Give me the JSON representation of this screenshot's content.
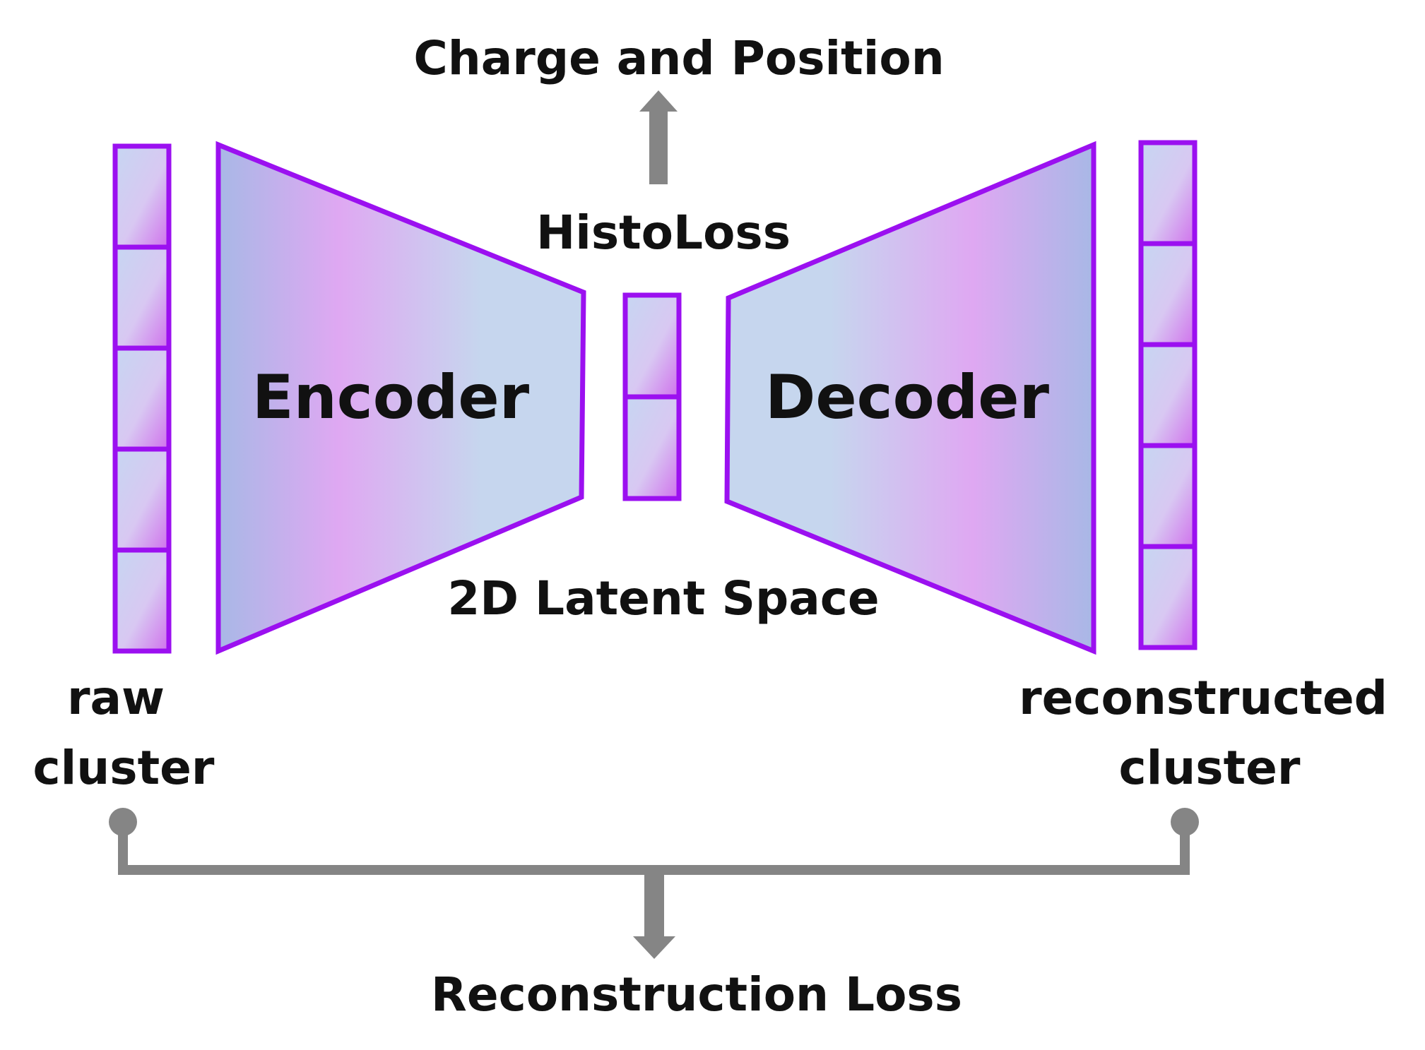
{
  "diagram": {
    "top_output": "Charge and Position",
    "latent_loss": "HistoLoss",
    "encoder": "Encoder",
    "decoder": "Decoder",
    "latent_space": "2D Latent Space",
    "input": {
      "line1": "raw",
      "line2": "cluster"
    },
    "output": {
      "line1": "reconstructed",
      "line2": "cluster"
    },
    "bottom_loss": "Reconstruction Loss"
  },
  "colors": {
    "outline": "#9b10f0",
    "gradient_blue": "#a8b8e6",
    "gradient_pink": "#dfa8f2",
    "gradient_light": "#c6d6ee",
    "connector": "#858585",
    "text": "#111111"
  }
}
